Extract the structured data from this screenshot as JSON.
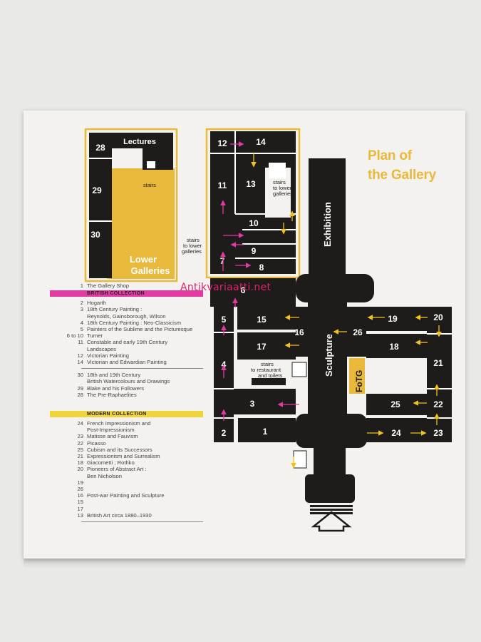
{
  "map": {
    "title_line1": "Plan of",
    "title_line2": "the Gallery",
    "lower_galleries_line1": "Lower",
    "lower_galleries_line2": "Galleries",
    "lectures": "Lectures",
    "stairs": "stairs",
    "stairs_lower_a": "stairs",
    "stairs_lower_b": "to lower",
    "stairs_lower_c": "galleries",
    "stairs_rest_a": "stairs",
    "stairs_rest_b": "to restaurant",
    "stairs_rest_c": "and toilets",
    "exhibition": "Exhibition",
    "sculpture": "Sculpture",
    "fotg": "FoTG",
    "rooms": {
      "r1": "1",
      "r2": "2",
      "r3": "3",
      "r4": "4",
      "r5": "5",
      "r6": "6",
      "r7": "7",
      "r8": "8",
      "r9": "9",
      "r10": "10",
      "r11": "11",
      "r12": "12",
      "r13": "13",
      "r14": "14",
      "r15": "15",
      "r16": "16",
      "r17": "17",
      "r18": "18",
      "r19": "19",
      "r20": "20",
      "r21": "21",
      "r22": "22",
      "r23": "23",
      "r24": "24",
      "r25": "25",
      "r26": "26",
      "r28": "28",
      "r29": "29",
      "r30": "30"
    },
    "colors": {
      "room": "#1e1c1b",
      "accent_yellow": "#e8b93a",
      "arrow_pink": "#e23aa0",
      "arrow_yellow": "#f2c21b"
    }
  },
  "legend": {
    "shop": {
      "num": "1",
      "text": "The Gallery Shop"
    },
    "british_heading": "BRITISH COLLECTION",
    "british": [
      {
        "num": "2",
        "text": "Hogarth"
      },
      {
        "num": "3",
        "text": "18th Century Painting :"
      },
      {
        "num": "",
        "text": "Reynolds, Gainsborough, Wilson"
      },
      {
        "num": "4",
        "text": "18th Century Painting : Neo-Classicism"
      },
      {
        "num": "5",
        "text": "Painters of the Sublime and the Picturesque"
      },
      {
        "num": "6 to 10",
        "text": "Turner"
      },
      {
        "num": "11",
        "text": "Constable and early 19th Century"
      },
      {
        "num": "",
        "text": "Landscapes"
      },
      {
        "num": "12",
        "text": "Victorian Painting"
      },
      {
        "num": "14",
        "text": "Victorian and Edwardian Painting"
      }
    ],
    "british2": [
      {
        "num": "30",
        "text": "18th and 19th Century"
      },
      {
        "num": "",
        "text": "British Watercolours and Drawings"
      },
      {
        "num": "29",
        "text": "Blake and his Followers"
      },
      {
        "num": "28",
        "text": "The Pre-Raphaelites"
      }
    ],
    "modern_heading": "MODERN COLLECTION",
    "modern": [
      {
        "num": "24",
        "text": "French Impressionism and"
      },
      {
        "num": "",
        "text": "Post-Impressionism"
      },
      {
        "num": "23",
        "text": "Matisse and Fauvism"
      },
      {
        "num": "22",
        "text": "Picasso"
      },
      {
        "num": "25",
        "text": "Cubism and its Successors"
      },
      {
        "num": "21",
        "text": "Expressionism and Surrealism"
      },
      {
        "num": "18",
        "text": "Giacometti ; Rothko"
      },
      {
        "num": "20",
        "text": "Pioneers of Abstract Art :"
      },
      {
        "num": "",
        "text": "Ben Nicholson"
      },
      {
        "num": "19",
        "text": ""
      },
      {
        "num": "26",
        "text": ""
      },
      {
        "num": "16",
        "text": "Post-war Painting and Sculpture"
      },
      {
        "num": "15",
        "text": ""
      },
      {
        "num": "17",
        "text": ""
      },
      {
        "num": "13",
        "text": "British Art circa 1880–1930"
      }
    ]
  },
  "watermark": "Antikvariaatti.net"
}
